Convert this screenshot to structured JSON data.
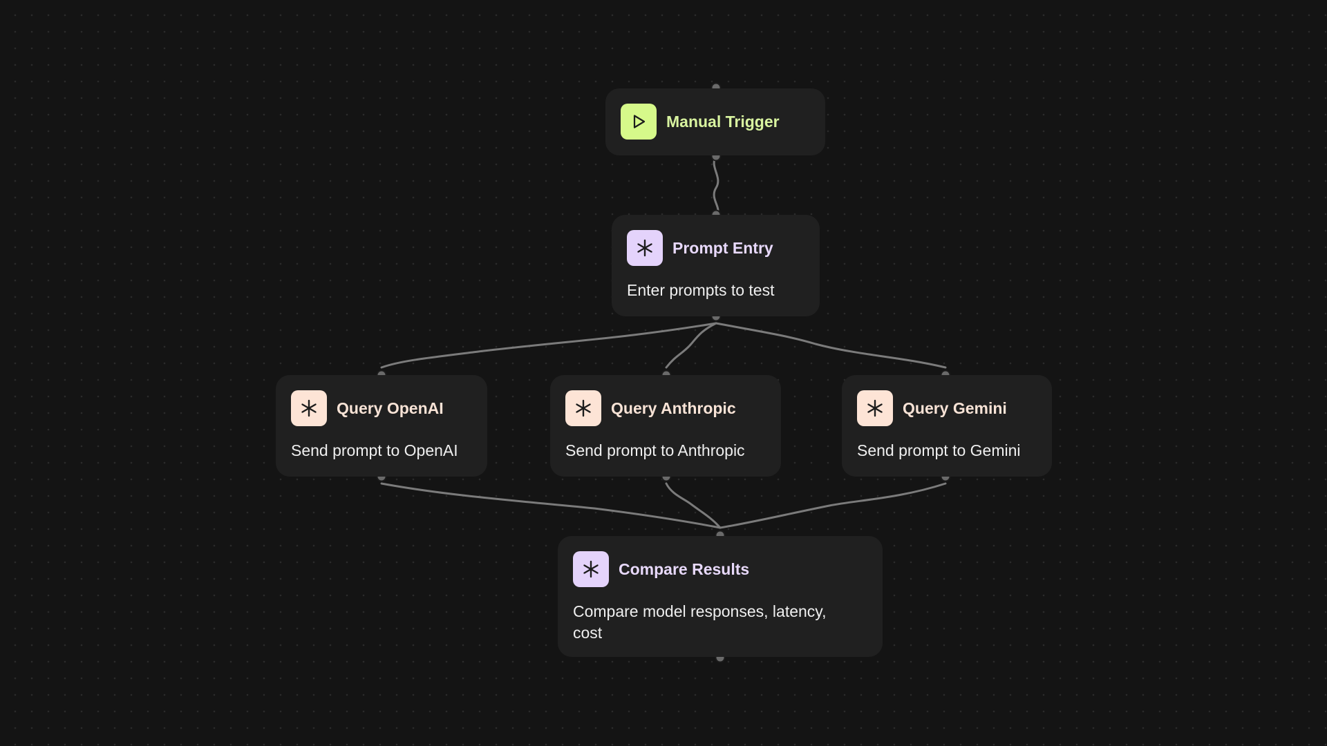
{
  "colors": {
    "background": "#141414",
    "node_bg": "#202020",
    "edge": "#7b7b7b",
    "trigger_accent": "#d6f98a",
    "trigger_title": "#d9f4a0",
    "purple_accent": "#e4d3fb",
    "purple_title": "#e8d9fb",
    "peach_accent": "#fde4d6",
    "peach_title": "#f8e3d6",
    "text": "#efefef"
  },
  "nodes": {
    "manual_trigger": {
      "title": "Manual Trigger",
      "icon": "play-icon"
    },
    "prompt_entry": {
      "title": "Prompt Entry",
      "description": "Enter prompts to test",
      "icon": "asterisk-icon"
    },
    "query_openai": {
      "title": "Query OpenAI",
      "description": "Send prompt to OpenAI",
      "icon": "asterisk-icon"
    },
    "query_anthropic": {
      "title": "Query Anthropic",
      "description": "Send prompt to Anthropic",
      "icon": "asterisk-icon"
    },
    "query_gemini": {
      "title": "Query Gemini",
      "description": "Send prompt to Gemini",
      "icon": "asterisk-icon"
    },
    "compare_results": {
      "title": "Compare Results",
      "description": "Compare model responses, latency, cost",
      "icon": "asterisk-icon"
    }
  },
  "edges": [
    {
      "from": "manual_trigger",
      "to": "prompt_entry"
    },
    {
      "from": "prompt_entry",
      "to": "query_openai"
    },
    {
      "from": "prompt_entry",
      "to": "query_anthropic"
    },
    {
      "from": "prompt_entry",
      "to": "query_gemini"
    },
    {
      "from": "query_openai",
      "to": "compare_results"
    },
    {
      "from": "query_anthropic",
      "to": "compare_results"
    },
    {
      "from": "query_gemini",
      "to": "compare_results"
    }
  ]
}
